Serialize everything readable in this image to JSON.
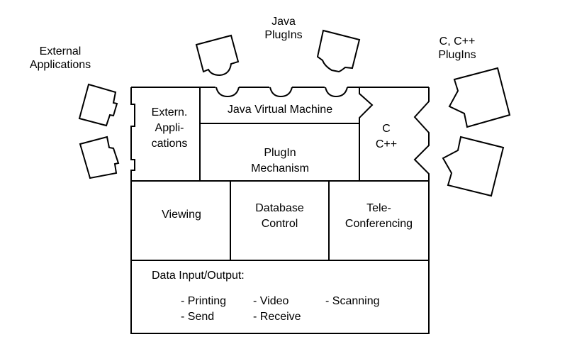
{
  "diagram": {
    "external_labels": {
      "external_applications": "External\nApplications",
      "java_plugins": "Java\nPlugIns",
      "c_plugins": "C, C++\nPlugIns"
    },
    "modules": {
      "extern_applications": "Extern.\nAppli-\ncations",
      "java_virtual_machine": "Java Virtual Machine",
      "plugin_mechanism": "PlugIn\nMechanism",
      "c_cpp": "C\nC++",
      "viewing": "Viewing",
      "database_control": "Database\nControl",
      "teleconferencing": "Tele-\nConferencing",
      "data_io": {
        "title": "Data Input/Output:",
        "items": [
          "- Printing",
          "- Video",
          "- Scanning",
          "- Send",
          "- Receive"
        ]
      }
    },
    "colors": {
      "stroke": "#000000",
      "background": "#ffffff"
    }
  }
}
